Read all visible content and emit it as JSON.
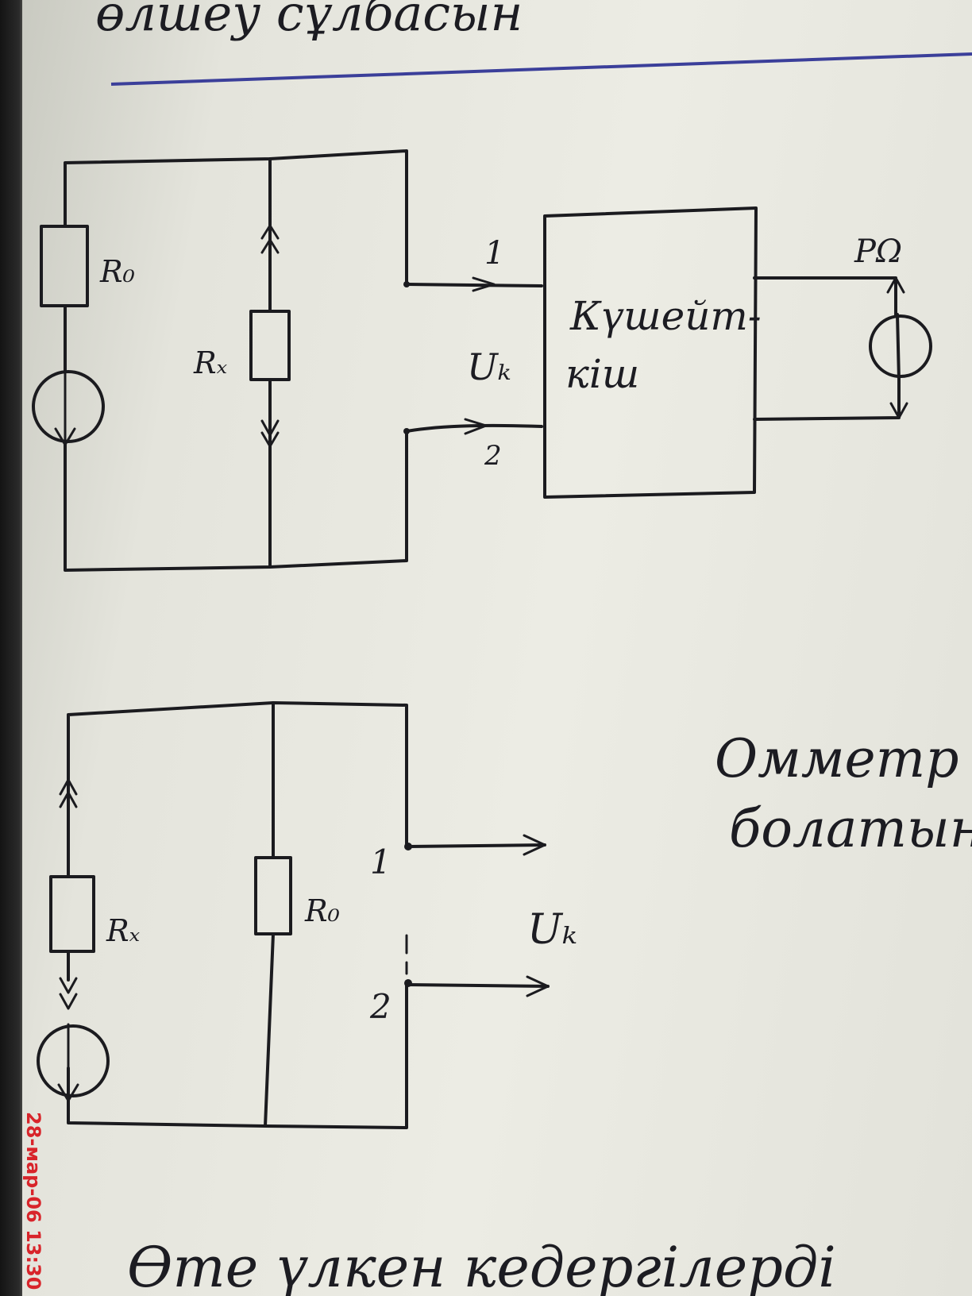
{
  "header_text": "өлшеу  сұлбасын",
  "circuit_top": {
    "resistor_left_label": "R₀",
    "resistor_middle_label": "Rₓ",
    "terminal_1_label": "1",
    "terminal_2_label": "2",
    "voltage_label": "Uₖ",
    "amplifier_label_line1": "Күшейт-",
    "amplifier_label_line2": "кіш",
    "meter_label": "PΩ"
  },
  "circuit_bottom": {
    "resistor_left_label": "Rₓ",
    "resistor_middle_label": "R₀",
    "terminal_1_label": "1",
    "terminal_2_label": "2",
    "voltage_label": "Uₖ"
  },
  "side_text_line1": "Омметр",
  "side_text_line2": "болатын",
  "footer_text": "Өте  үлкен  кедергілерді",
  "date_stamp": "28-мар-06 13:30",
  "colors": {
    "ink": "#1b1b1f",
    "rule_line": "#3b3f9a",
    "stamp": "#d8242a"
  }
}
